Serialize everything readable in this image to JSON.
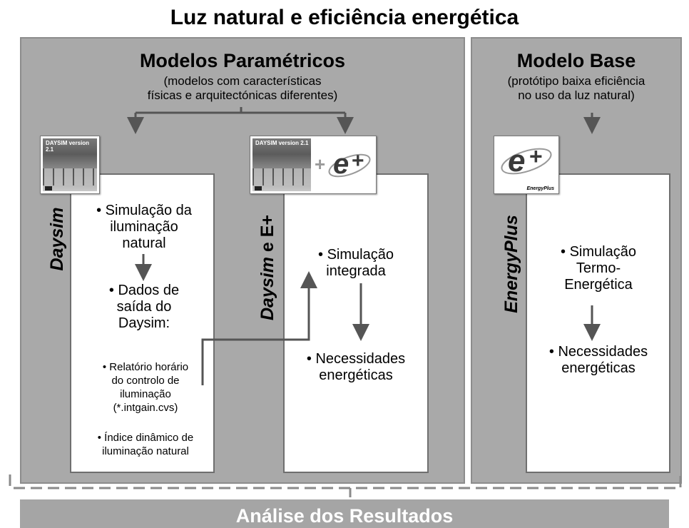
{
  "title": "Luz natural e eficiência energética",
  "left_panel": {
    "title": "Modelos Paramétricos",
    "subtitle_line1": "(modelos com características",
    "subtitle_line2": "físicas e arquitectónicas diferentes)"
  },
  "right_panel": {
    "title": "Modelo Base",
    "subtitle_line1": "(protótipo baixa eficiência",
    "subtitle_line2": "no uso da luz natural)"
  },
  "daysim_card": {
    "side_label": "Daysim",
    "tile_caption": "DAYSIM version 2.1",
    "bullet1_line1": "• Simulação da",
    "bullet1_line2": "iluminação",
    "bullet1_line3": "natural",
    "bullet2_line1": "• Dados de",
    "bullet2_line2": "saída do",
    "bullet2_line3": "Daysim:",
    "sub1_line1": "• Relatório horário",
    "sub1_line2": "do controlo de",
    "sub1_line3": "iluminação",
    "sub1_line4": "(*.intgain.cvs)",
    "sub2_line1": "• Índice dinâmico de",
    "sub2_line2": "iluminação natural"
  },
  "daysim_eplus_card": {
    "side_label_italic": "Daysim",
    "side_label_rest": " e E+",
    "tile_caption": "DAYSIM version 2.1",
    "plus_sign": "+",
    "bullet1_line1": "• Simulação",
    "bullet1_line2": "integrada",
    "bullet2_line1": "• Necessidades",
    "bullet2_line2": "energéticas"
  },
  "energyplus_card": {
    "side_label": "EnergyPlus",
    "logo_caption": "EnergyPlus",
    "bullet1_line1": "• Simulação",
    "bullet1_line2": "Termo-",
    "bullet1_line3": "Energética",
    "bullet2_line1": "• Necessidades",
    "bullet2_line2": "energéticas"
  },
  "bottom_label": "Análise dos Resultados",
  "colors": {
    "panel_bg": "#a9a9a9",
    "arrow": "#555555",
    "bottom_bar": "#a5a5a5"
  }
}
